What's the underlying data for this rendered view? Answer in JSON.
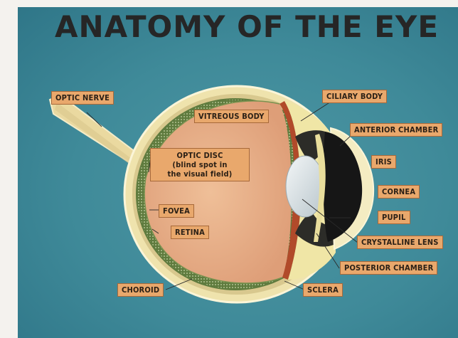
{
  "title": "ANATOMY OF THE EYE",
  "colors": {
    "background": "#418c9b",
    "label_fill": "#e9a86c",
    "vitreous": "#e8b088",
    "sclera": "#f2e6b0",
    "retina": "#5f7b3e",
    "iris": "#1b1b1b",
    "lens": "#dde6ea",
    "title_text": "#262626"
  },
  "labels": {
    "optic_nerve": "OPTIC NERVE",
    "vitreous_body": "VITREOUS BODY",
    "optic_disc": [
      "OPTIC DISC",
      "(blind spot in",
      "the visual field)"
    ],
    "fovea": "FOVEA",
    "retina": "RETINA",
    "choroid": "CHOROID",
    "ciliary_body": "CILIARY BODY",
    "anterior_chamber": "ANTERIOR CHAMBER",
    "iris": "IRIS",
    "cornea": "CORNEA",
    "pupil": "PUPIL",
    "crystalline_lens": "CRYSTALLINE LENS",
    "posterior_chamber": "POSTERIOR CHAMBER",
    "sclera": "SCLERA"
  }
}
